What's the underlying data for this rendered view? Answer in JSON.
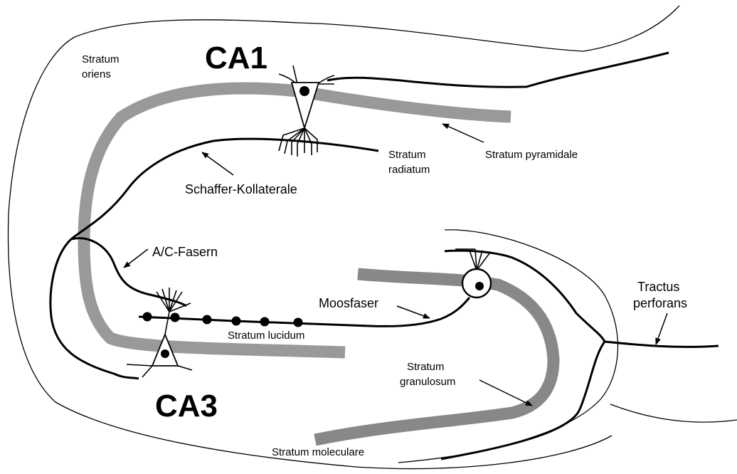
{
  "regions": {
    "ca1": "CA1",
    "ca3": "CA3"
  },
  "layers": {
    "oriens_line1": "Stratum",
    "oriens_line2": "oriens",
    "pyramidale": "Stratum pyramidale",
    "radiatum_line1": "Stratum",
    "radiatum_line2": "radiatum",
    "lucidum": "Stratum lucidum",
    "granulosum_line1": "Stratum",
    "granulosum_line2": "granulosum",
    "moleculare": "Stratum moleculare"
  },
  "pathways": {
    "schaffer": "Schaffer-Kollaterale",
    "ac": "A/C-Fasern",
    "moosfaser": "Moosfaser",
    "tractus_line1": "Tractus",
    "tractus_line2": "perforans"
  },
  "colors": {
    "outline": "#000000",
    "cell_layer_gray": "#999999",
    "background": "#ffffff"
  }
}
